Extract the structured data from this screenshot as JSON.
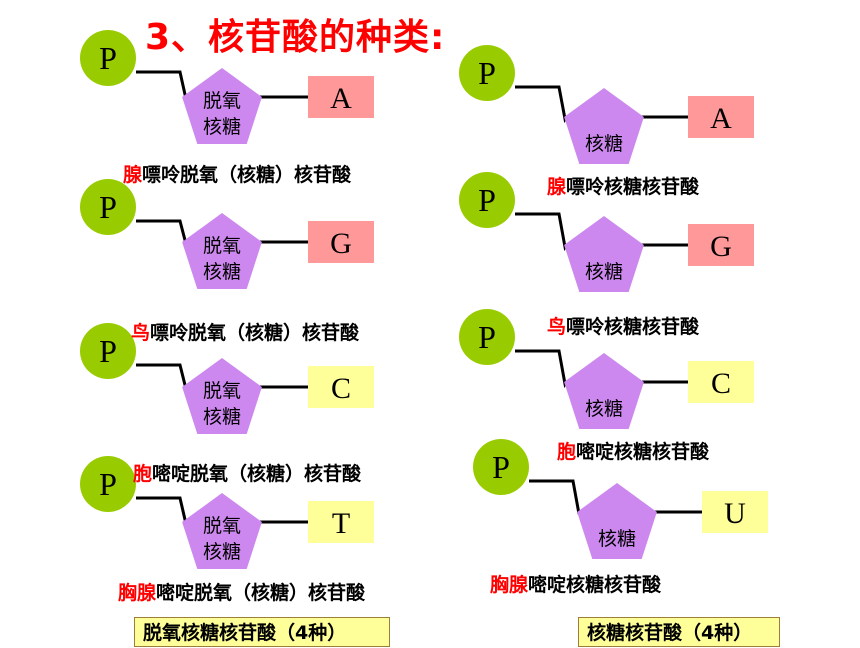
{
  "title": "3、核苷酸的种类:",
  "colors": {
    "phosphate": "#99cc00",
    "sugar": "#cc88ee",
    "purine_base": "#ff9999",
    "pyrimidine_base": "#ffff99",
    "highlight": "#ff0000"
  },
  "left_column": {
    "sugar_line1": "脱氧",
    "sugar_line2": "核糖",
    "items": [
      {
        "phosphate": "P",
        "base": "A",
        "name_highlight": "腺",
        "name_rest": "嘌呤脱氧（核糖）核苷酸"
      },
      {
        "phosphate": "P",
        "base": "G",
        "name_highlight": "鸟",
        "name_rest": "嘌呤脱氧（核糖）核苷酸"
      },
      {
        "phosphate": "P",
        "base": "C",
        "name_highlight": "胞",
        "name_rest": "嘧啶脱氧（核糖）核苷酸"
      },
      {
        "phosphate": "P",
        "base": "T",
        "name_highlight": "胸腺",
        "name_rest": "嘧啶脱氧（核糖）核苷酸"
      }
    ],
    "summary": "脱氧核糖核苷酸（4种）"
  },
  "right_column": {
    "sugar_label": "核糖",
    "items": [
      {
        "phosphate": "P",
        "base": "A",
        "name_highlight": "腺",
        "name_rest": "嘌呤核糖核苷酸"
      },
      {
        "phosphate": "P",
        "base": "G",
        "name_highlight": "鸟",
        "name_rest": "嘌呤核糖核苷酸"
      },
      {
        "phosphate": "P",
        "base": "C",
        "name_highlight": "胞",
        "name_rest": "嘧啶核糖核苷酸"
      },
      {
        "phosphate": "P",
        "base": "U",
        "name_highlight": "胸腺",
        "name_rest": "嘧啶核糖核苷酸"
      }
    ],
    "summary": "核糖核苷酸（4种）"
  }
}
